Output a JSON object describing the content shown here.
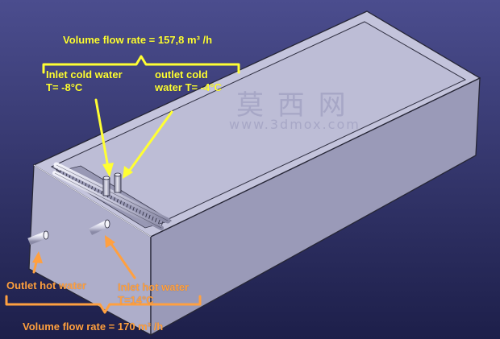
{
  "colors": {
    "background_top": "#4b4d8e",
    "background_bottom": "#1d1f4a",
    "yellow": "#ffff33",
    "orange": "#ffa040",
    "tank_top": "#c4c4dc",
    "tank_front": "#aeaeca",
    "tank_side": "#9a9ab8",
    "tank_edge": "#262636"
  },
  "labels": {
    "cold_flow": {
      "text": "Volume flow rate = 157,8 m³ /h"
    },
    "cold_inlet": {
      "line1": "Inlet cold water",
      "line2": "T= -8°C"
    },
    "cold_outlet": {
      "line1": "outlet cold",
      "line2": "water T= -4°C"
    },
    "hot_outlet": {
      "text": "Outlet hot water"
    },
    "hot_inlet": {
      "line1": "Inlet hot water",
      "line2": "T=14°C"
    },
    "hot_flow": {
      "text": "Volume flow rate = 170 m³ /h"
    }
  },
  "watermark": {
    "logo_text": "莫 西 网",
    "url": "www.3dmox.com"
  }
}
